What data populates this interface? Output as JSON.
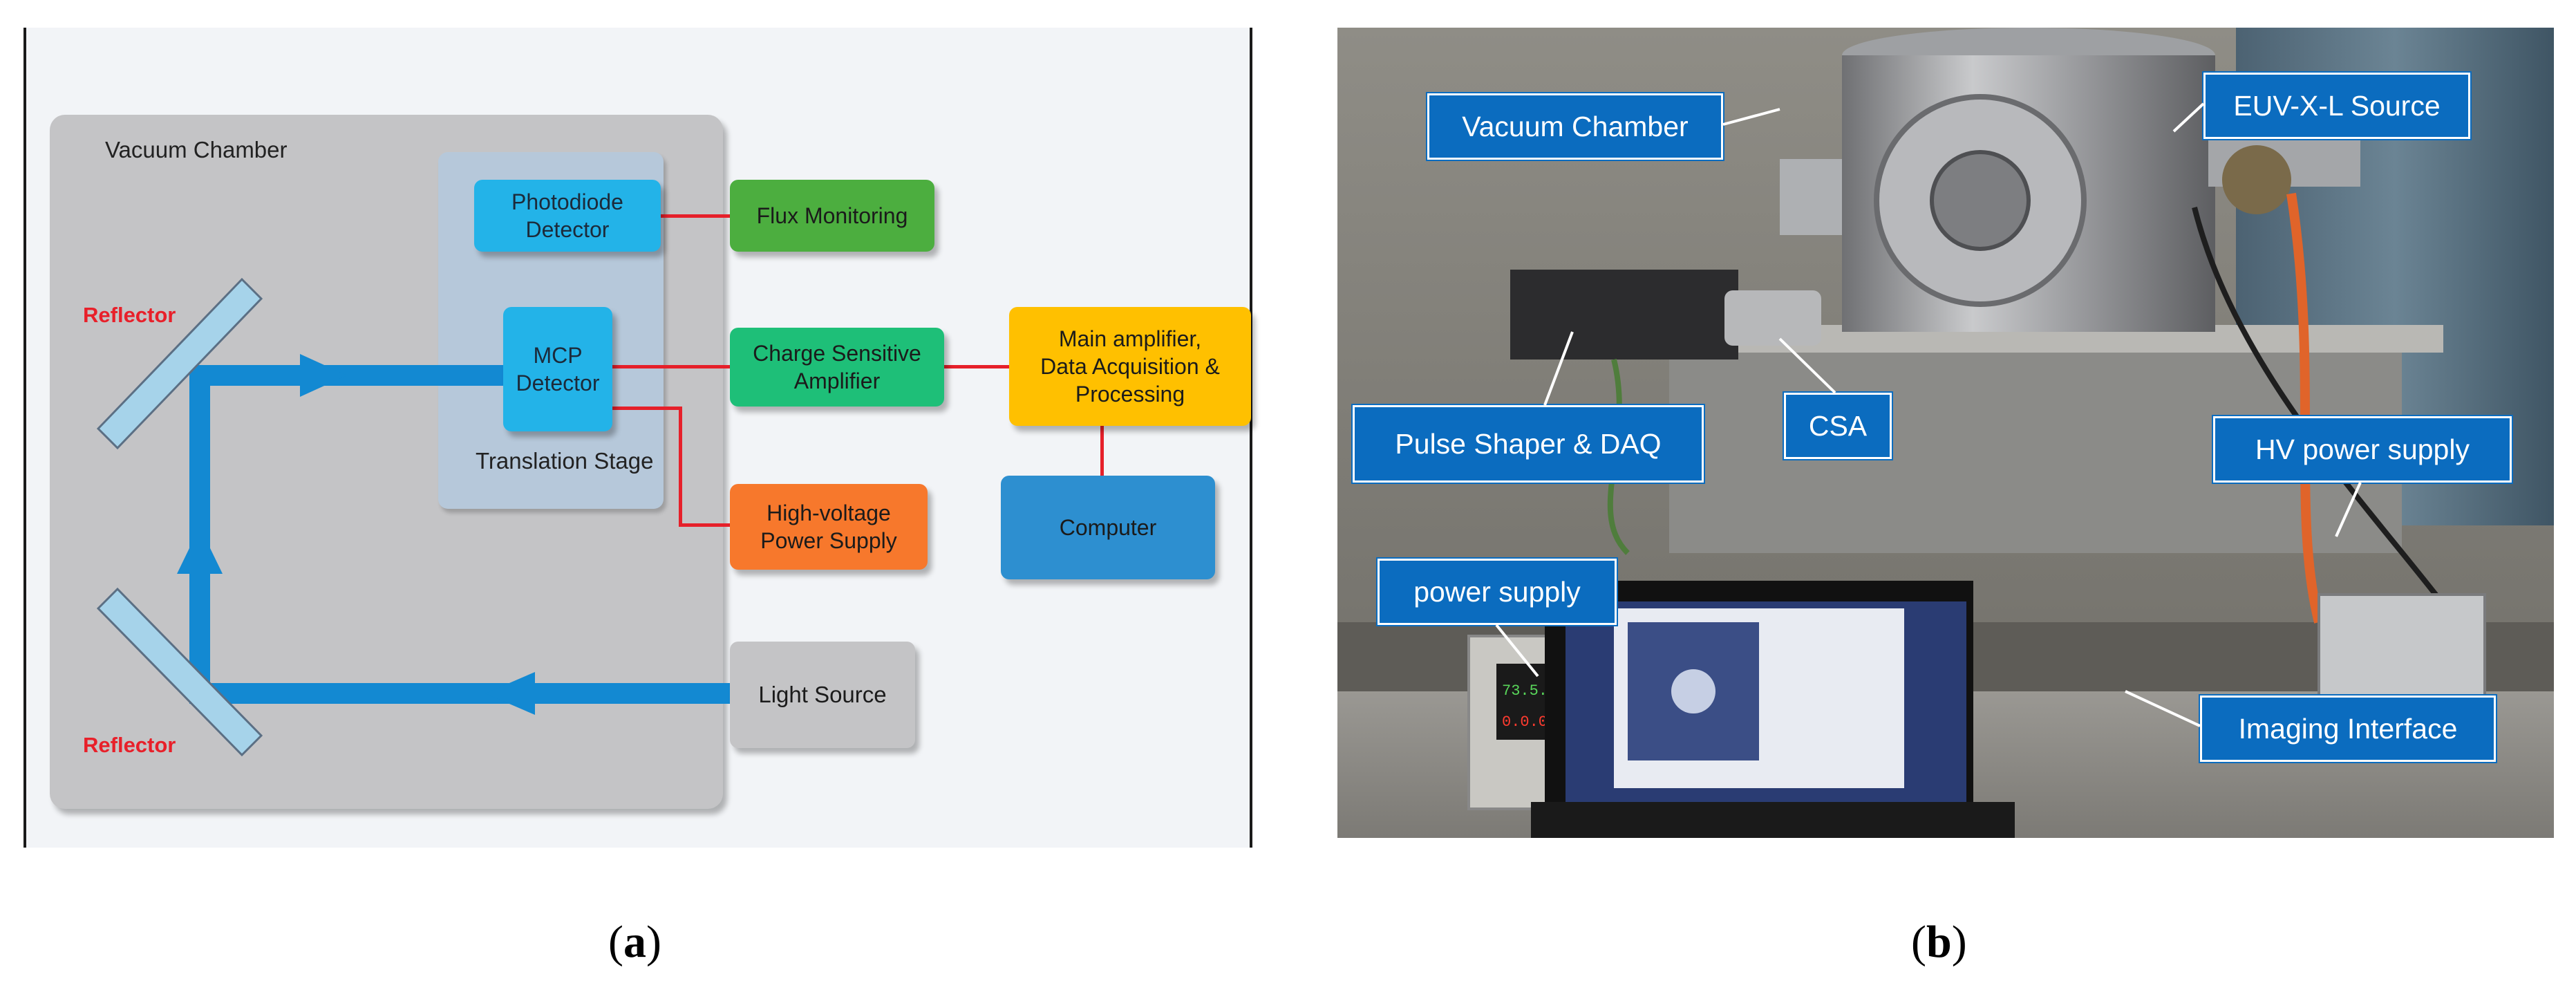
{
  "panel_a": {
    "vacuum_chamber": "Vacuum Chamber",
    "reflector_top": "Reflector",
    "reflector_bottom": "Reflector",
    "translation_stage": "Translation Stage",
    "photodiode": "Photodiode\nDetector",
    "mcp": "MCP\nDetector",
    "flux": "Flux Monitoring",
    "csa": "Charge Sensitive\nAmplifier",
    "main_amp": "Main amplifier,\nData Acquisition &\nProcessing",
    "hv": "High-voltage\nPower Supply",
    "computer": "Computer",
    "light_source": "Light Source"
  },
  "panel_b": {
    "callouts": {
      "vacuum_chamber": "Vacuum Chamber",
      "euv_source": "EUV-X-L Source",
      "pulse_shaper": "Pulse Shaper & DAQ",
      "csa": "CSA",
      "hv_supply": "HV power supply",
      "power_supply": "power supply",
      "imaging": "Imaging Interface"
    },
    "display_top": "73.5.12  2.00 15",
    "display_bottom": "0.0.0.0   13.54"
  },
  "captions": {
    "a": {
      "open": "(",
      "letter": "a",
      "close": ")"
    },
    "b": {
      "open": "(",
      "letter": "b",
      "close": ")"
    }
  },
  "colors": {
    "beam": "#1389d2",
    "wire": "#e6202a",
    "callout": "#0b6cbf",
    "chamber": "#c4c4c6",
    "stage": "#b6c8da"
  }
}
